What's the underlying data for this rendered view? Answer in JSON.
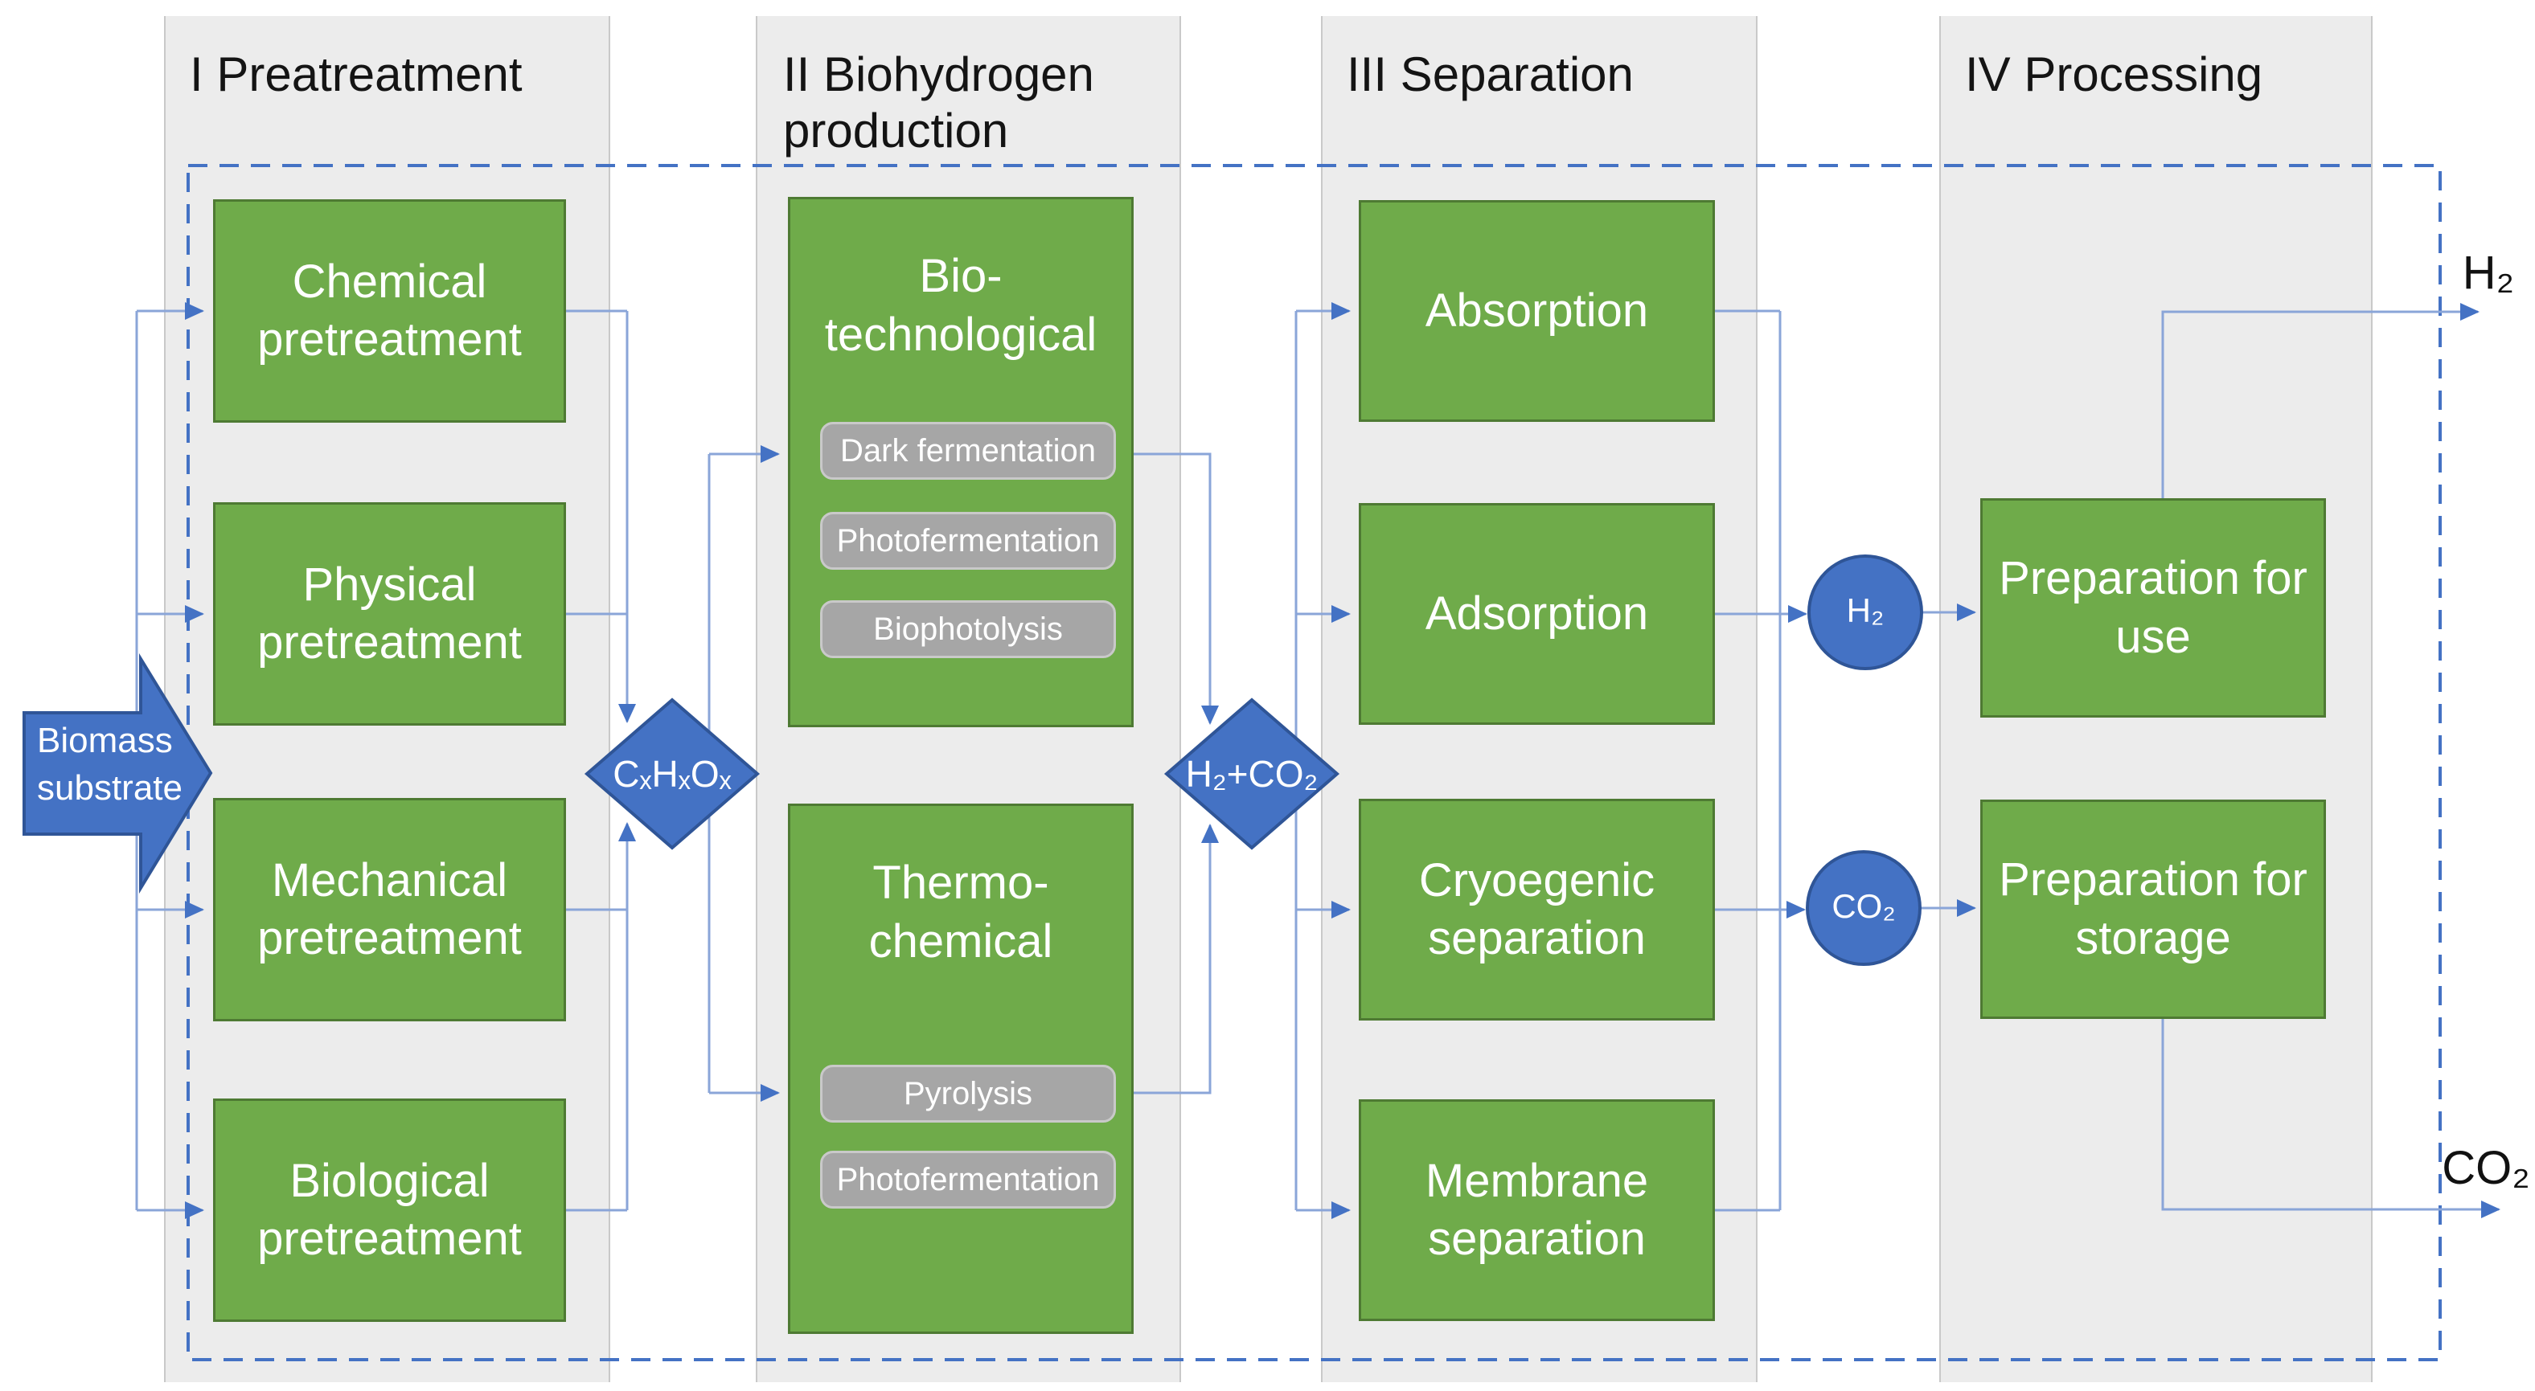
{
  "stage_headers": [
    "I Preatreatment",
    "II Biohydrogen production",
    "III Separation",
    "IV Processing"
  ],
  "input_arrow": {
    "label": "Biomass substrate"
  },
  "pretreatment": [
    "Chemical pretreatment",
    "Physical pretreatment",
    "Mechanical pretreatment",
    "Biological pretreatment"
  ],
  "node_cxhxox": "CₓHₓOₓ",
  "production": {
    "biotech_title": "Bio-technological",
    "biotech_methods": [
      "Dark fermentation",
      "Photofermentation",
      "Biophotolysis"
    ],
    "thermo_title": "Thermo-chemical",
    "thermo_methods": [
      "Pyrolysis",
      "Photofermentation"
    ]
  },
  "node_h2co2": "H₂+CO₂",
  "separation": [
    "Absorption",
    "Adsorption",
    "Cryoegenic separation",
    "Membrane separation"
  ],
  "gas_nodes": {
    "h2": "H₂",
    "co2": "CO₂"
  },
  "processing": [
    "Preparation for use",
    "Preparation for storage"
  ],
  "outputs": {
    "h2": "H₂",
    "co2": "CO₂"
  },
  "colors": {
    "green_box": "#6fab4a",
    "green_border": "#4e7a33",
    "blue_shape": "#4472c4",
    "blue_border": "#2f5597",
    "line_blue": "#8aa5d8",
    "arrow_blue": "#4472c4",
    "dash_blue": "#4472c4",
    "pill_gray": "#a6a6a6",
    "pill_border": "#c9c9c9",
    "column_bg": "#ececec",
    "column_edge": "#c9c9c9"
  }
}
